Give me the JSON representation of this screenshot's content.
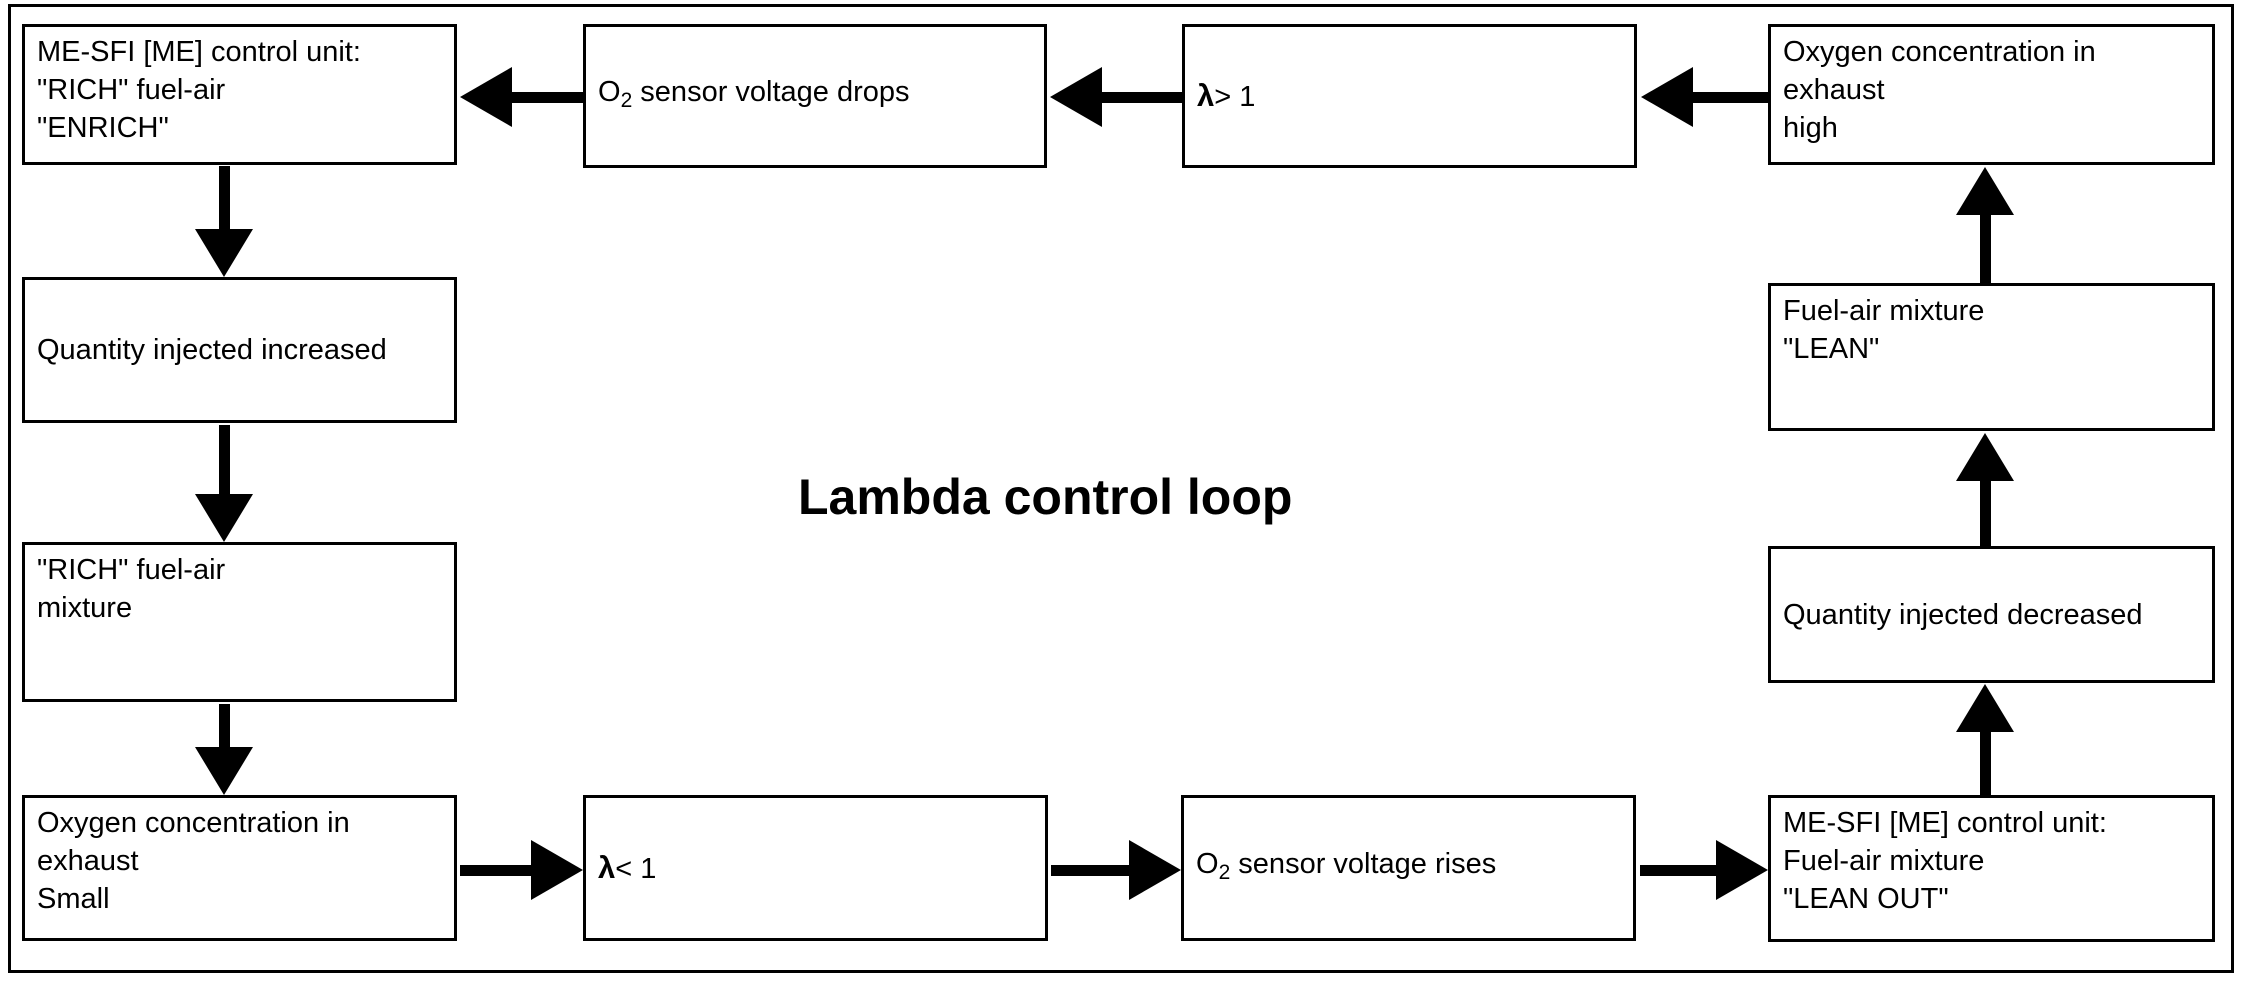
{
  "title": "Lambda control loop",
  "colors": {
    "ink": "#000000",
    "paper": "#ffffff"
  },
  "boxes": {
    "me_rich": {
      "lines": [
        "ME-SFI [ME] control unit:",
        "\"RICH\" fuel-air",
        "\"ENRICH\""
      ]
    },
    "qty_inc": {
      "text": "Quantity injected increased"
    },
    "rich_mix": {
      "lines": [
        "\"RICH\" fuel-air",
        "mixture"
      ]
    },
    "oxy_small": {
      "lines": [
        "Oxygen concentration in",
        "exhaust",
        "Small"
      ]
    },
    "o2_drops": {
      "pre": "O",
      "sub": "2",
      "post": " sensor voltage drops"
    },
    "lambda_gt": {
      "symbol": "λ",
      "rest": "> 1"
    },
    "oxy_high": {
      "lines": [
        "Oxygen concentration in",
        "exhaust",
        "high"
      ]
    },
    "lean_mix": {
      "lines": [
        "Fuel-air mixture",
        "\"LEAN\""
      ]
    },
    "qty_dec": {
      "text": "Quantity injected decreased"
    },
    "me_lean": {
      "lines": [
        "ME-SFI [ME] control unit:",
        "Fuel-air mixture",
        "\"LEAN OUT\""
      ]
    },
    "lambda_lt": {
      "symbol": "λ",
      "rest": "< 1"
    },
    "o2_rises": {
      "pre": "O",
      "sub": "2",
      "post": " sensor voltage rises"
    }
  }
}
